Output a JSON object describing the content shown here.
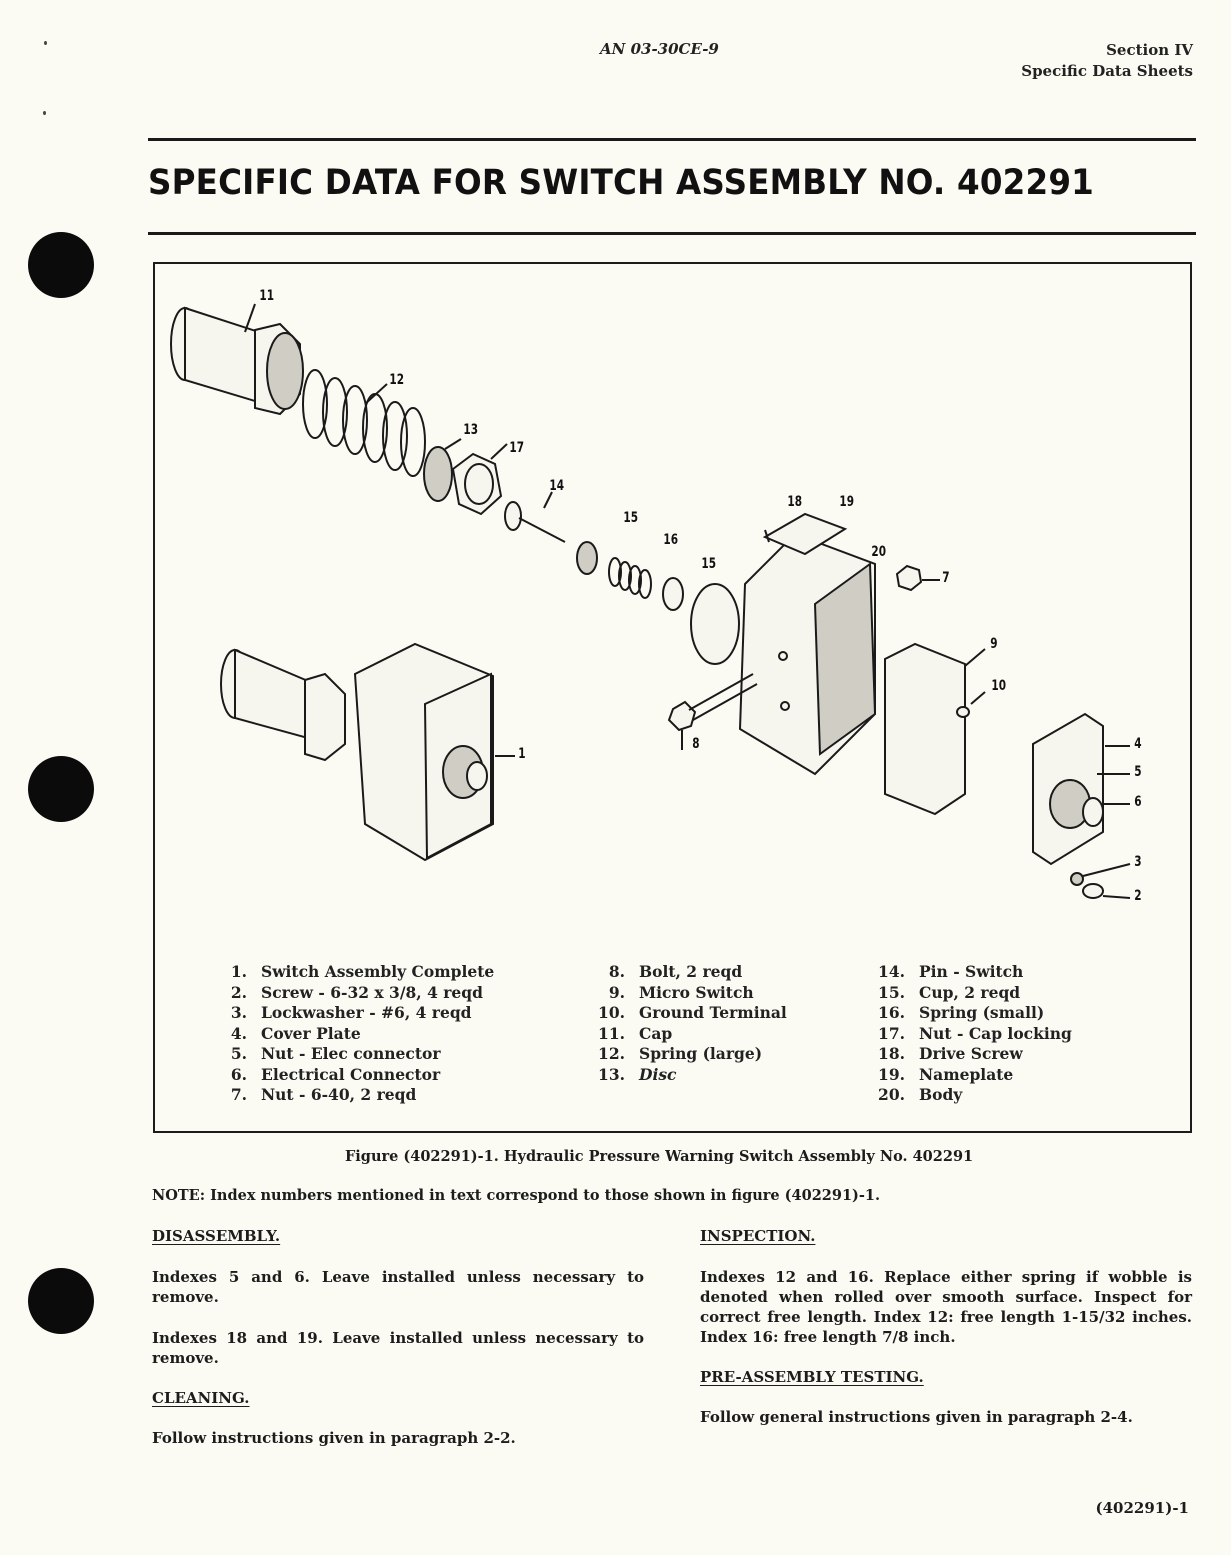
{
  "header": {
    "doc_number": "AN 03-30CE-9",
    "section": "Section IV",
    "section_title": "Specific Data Sheets"
  },
  "page_title": "SPECIFIC DATA FOR SWITCH ASSEMBLY NO. 402291",
  "figure": {
    "callouts": [
      "11",
      "12",
      "13",
      "17",
      "14",
      "15",
      "16",
      "15",
      "18",
      "19",
      "20",
      "7",
      "9",
      "10",
      "8",
      "1",
      "4",
      "5",
      "6",
      "3",
      "2"
    ],
    "parts_list": [
      {
        "num": "1.",
        "label": "Switch Assembly Complete"
      },
      {
        "num": "2.",
        "label": "Screw - 6-32 x 3/8,  4 reqd"
      },
      {
        "num": "3.",
        "label": "Lockwasher - #6,  4 reqd"
      },
      {
        "num": "4.",
        "label": "Cover Plate"
      },
      {
        "num": "5.",
        "label": "Nut  - Elec connector"
      },
      {
        "num": "6.",
        "label": "Electrical Connector"
      },
      {
        "num": "7.",
        "label": "Nut - 6-40,  2 reqd"
      },
      {
        "num": "8.",
        "label": "Bolt,  2 reqd"
      },
      {
        "num": "9.",
        "label": "Micro Switch"
      },
      {
        "num": "10.",
        "label": "Ground Terminal"
      },
      {
        "num": "11.",
        "label": "Cap"
      },
      {
        "num": "12.",
        "label": "Spring (large)"
      },
      {
        "num": "13.",
        "label": "Disc"
      },
      {
        "num": "14.",
        "label": "Pin - Switch"
      },
      {
        "num": "15.",
        "label": "Cup,  2 reqd"
      },
      {
        "num": "16.",
        "label": "Spring (small)"
      },
      {
        "num": "17.",
        "label": "Nut - Cap locking"
      },
      {
        "num": "18.",
        "label": "Drive Screw"
      },
      {
        "num": "19.",
        "label": "Nameplate"
      },
      {
        "num": "20.",
        "label": "Body"
      }
    ],
    "caption": "Figure (402291)-1.  Hydraulic Pressure Warning Switch Assembly No.  402291"
  },
  "note": "NOTE:  Index numbers mentioned in text correspond to those shown in figure (402291)-1.",
  "sections": {
    "disassembly": {
      "heading": "DISASSEMBLY.",
      "paragraphs": [
        "Indexes 5 and 6.  Leave installed unless necessary to remove.",
        "Indexes 18 and 19.  Leave installed unless necessary to remove."
      ]
    },
    "cleaning": {
      "heading": "CLEANING.",
      "paragraphs": [
        "Follow instructions given in paragraph 2-2."
      ]
    },
    "inspection": {
      "heading": "INSPECTION.",
      "paragraphs": [
        "Indexes 12 and 16.  Replace either spring if wobble is denoted when rolled over smooth surface.  Inspect for correct free length.  Index 12:  free length 1-15/32 inches.  Index 16:  free length 7/8 inch."
      ]
    },
    "pre_assembly_testing": {
      "heading": "PRE-ASSEMBLY TESTING.",
      "paragraphs": [
        "Follow general instructions given in paragraph 2-4."
      ]
    }
  },
  "footer": {
    "page_id": "(402291)-1"
  }
}
